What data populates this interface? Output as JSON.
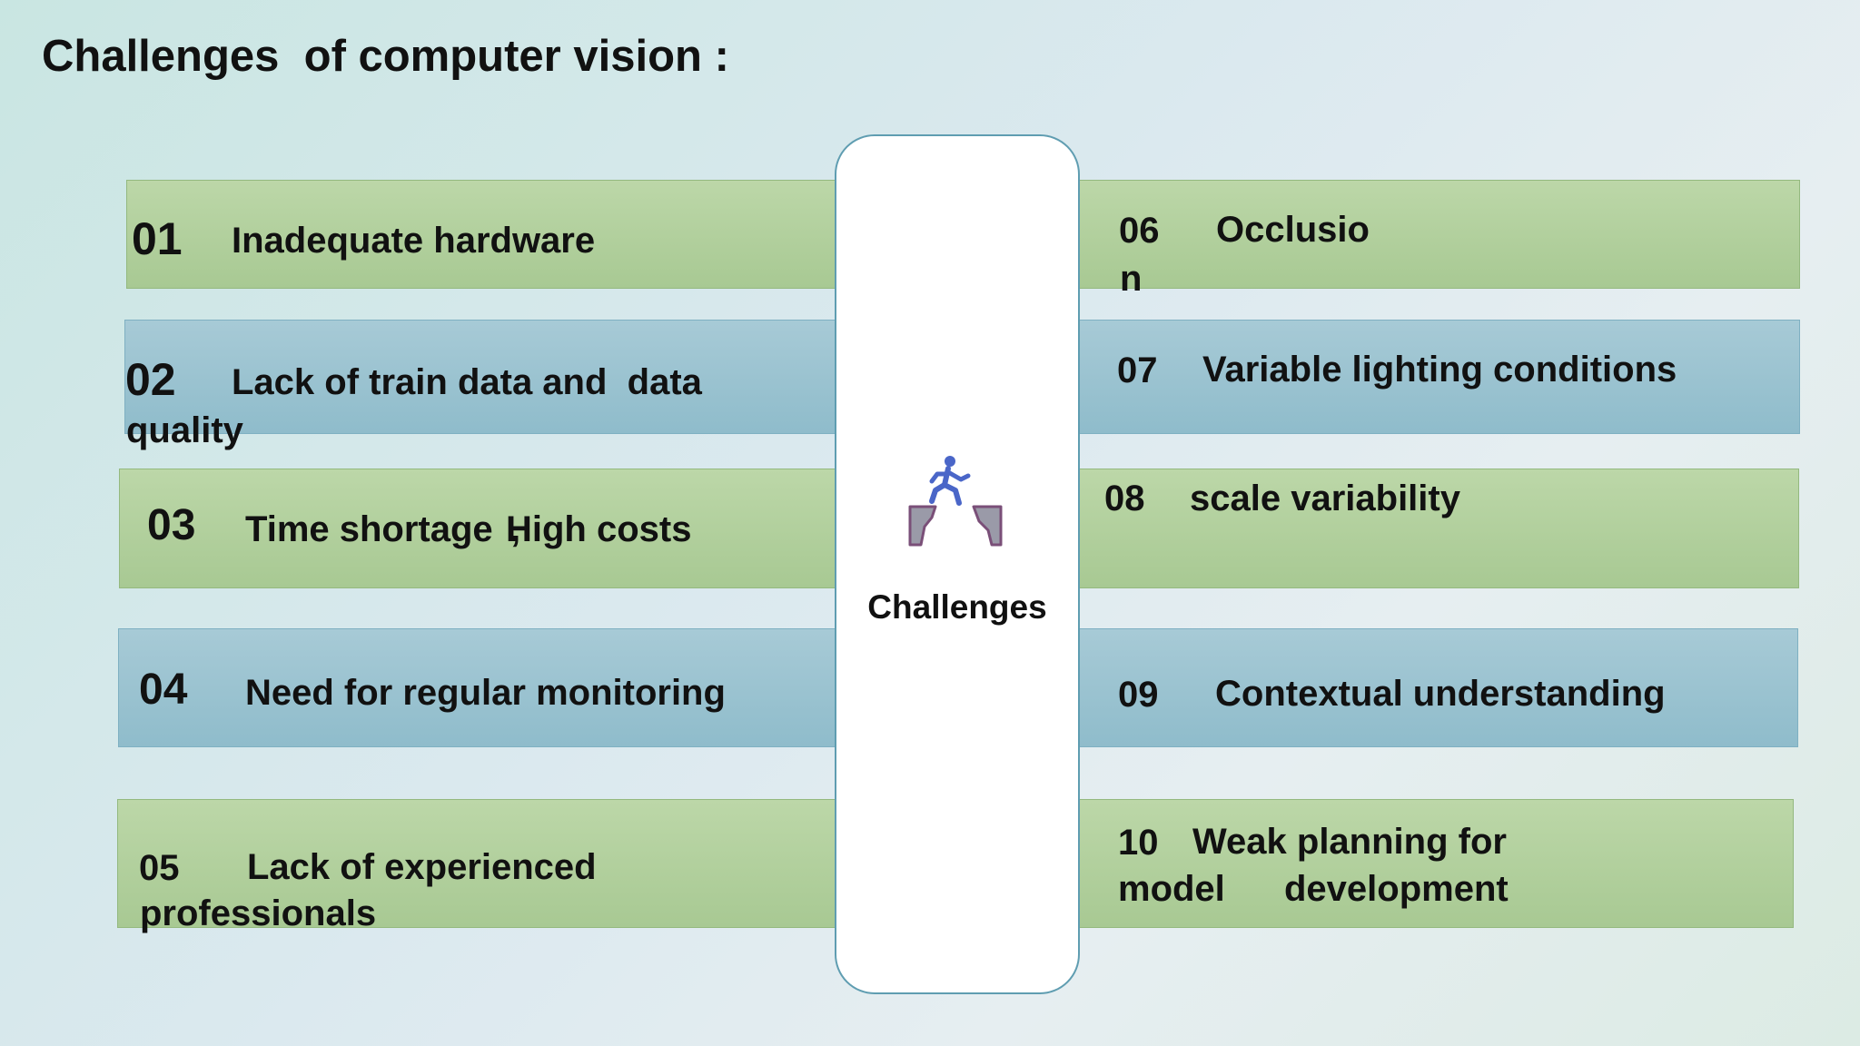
{
  "title": "Challenges  of computer vision :",
  "center": {
    "label": "Challenges",
    "icon": "jump-over-gap-icon"
  },
  "items": [
    {
      "num": "01",
      "line1": "Inadequate hardware",
      "line2": ""
    },
    {
      "num": "02",
      "line1": "Lack of train data and  data",
      "line2": "quality"
    },
    {
      "num": "03",
      "line1": "Time shortage",
      "line1b": "High costs",
      "sep": ",",
      "line2": ""
    },
    {
      "num": "04",
      "line1": "Need for regular monitoring",
      "line2": ""
    },
    {
      "num": "05",
      "line1": "Lack of experienced",
      "line2": "professionals"
    },
    {
      "num": "06",
      "line1": "Occlusio",
      "line2": "n"
    },
    {
      "num": "07",
      "line1": "Variable lighting conditions",
      "line2": ""
    },
    {
      "num": "08",
      "line1": "scale variability",
      "line2": ""
    },
    {
      "num": "09",
      "line1": "Contextual understanding",
      "line2": ""
    },
    {
      "num": "10",
      "line1": "Weak planning for",
      "line2": "model",
      "line2b": "development"
    }
  ],
  "colors": {
    "green": "#b3d19d",
    "blue": "#9cc4d1",
    "panel_border": "#5f9db1",
    "icon_figure": "#4a66c8",
    "icon_cliff": "#8a5a7a"
  }
}
